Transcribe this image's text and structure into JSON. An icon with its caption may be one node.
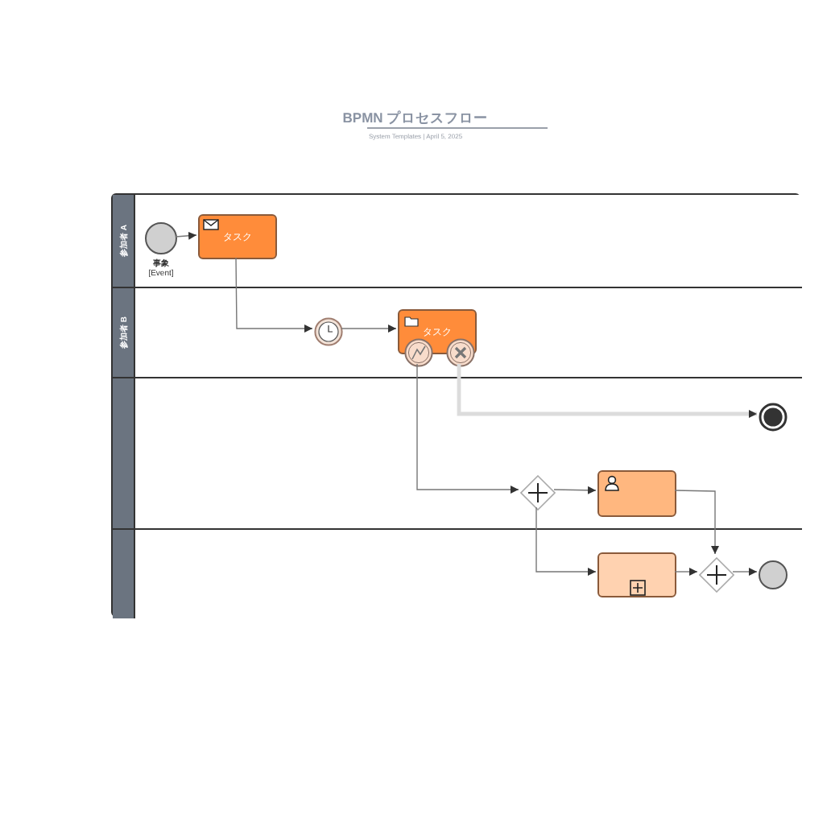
{
  "diagram": {
    "title": "BPMN プロセスフロー",
    "nodes": [
      {
        "text": [
          "参加者 A"
        ]
      },
      {
        "text": [
          "参加者 B"
        ]
      },
      {
        "text": [],
        "shape": "box"
      },
      {
        "text": [],
        "shape": "box"
      },
      {
        "text": [
          "事象",
          "[Event]"
        ],
        "in": 0
      },
      {
        "text": [
          "タスク"
        ],
        "in": 0
      },
      {
        "text": [],
        "shape": "circle",
        "in": 1
      },
      {
        "text": [
          "タスク"
        ],
        "in": 1
      },
      {
        "text": [],
        "shape": "circle",
        "in": 1
      },
      {
        "text": [],
        "shape": "circle",
        "in": 1
      },
      {
        "text": [],
        "shape": "circle",
        "in": 2
      },
      {
        "text": [],
        "shape": "diamond",
        "in": 2
      },
      {
        "text": [],
        "shape": "box",
        "in": 2
      },
      {
        "text": [],
        "shape": "box",
        "in": 3
      },
      {
        "text": [],
        "shape": "diamond",
        "in": 3
      },
      {
        "text": [],
        "shape": "circle",
        "in": 3
      }
    ],
    "edges": [
      {
        "from": 4,
        "to": 5,
        "arrow": "to"
      },
      {
        "from": 5,
        "to": 6,
        "arrow": "to"
      },
      {
        "from": 6,
        "to": 7,
        "arrow": "to"
      },
      {
        "from": 8,
        "to": 11,
        "arrow": "to"
      },
      {
        "from": 9,
        "to": 10,
        "arrow": "to",
        "style": "thick",
        "color": "#dcdcdc"
      },
      {
        "from": 11,
        "to": 12,
        "arrow": "to"
      },
      {
        "from": 11,
        "to": 13,
        "arrow": "to"
      },
      {
        "from": 12,
        "to": 14,
        "arrow": "to"
      },
      {
        "from": 13,
        "to": 14,
        "arrow": "to"
      },
      {
        "from": 14,
        "to": 15,
        "arrow": "to"
      }
    ],
    "labels": [
      "System Templates | April 5, 2025"
    ]
  }
}
